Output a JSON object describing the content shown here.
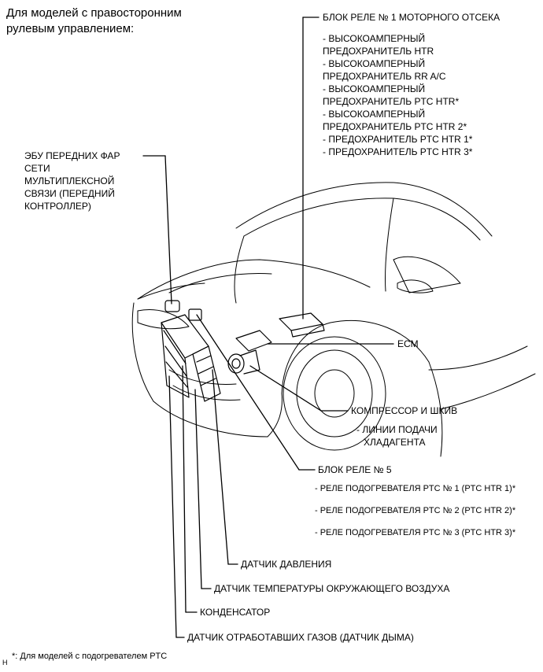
{
  "header": {
    "line1": "Для моделей с правосторонним",
    "line2": "рулевым управлением:"
  },
  "relay_block_1": {
    "title": "БЛОК РЕЛЕ № 1 МОТОРНОГО ОТСЕКА",
    "items": [
      "- ВЫСОКОАМПЕРНЫЙ",
      "ПРЕДОХРАНИТЕЛЬ HTR",
      "- ВЫСОКОАМПЕРНЫЙ",
      "ПРЕДОХРАНИТЕЛЬ RR A/C",
      "- ВЫСОКОАМПЕРНЫЙ",
      "ПРЕДОХРАНИТЕЛЬ PTC HTR*",
      "- ВЫСОКОАМПЕРНЫЙ",
      "ПРЕДОХРАНИТЕЛЬ PTC HTR 2*",
      "- ПРЕДОХРАНИТЕЛЬ PTC HTR 1*",
      "- ПРЕДОХРАНИТЕЛЬ PTC HTR 3*"
    ]
  },
  "headlamp_ecu": {
    "lines": [
      "ЭБУ ПЕРЕДНИХ ФАР",
      "СЕТИ",
      "МУЛЬТИПЛЕКСНОЙ",
      "СВЯЗИ (ПЕРЕДНИЙ",
      "КОНТРОЛЛЕР)"
    ]
  },
  "ecm_label": "ECM",
  "compressor": {
    "title": "КОМПРЕССОР И ШКИВ",
    "sub1": "- ЛИНИИ ПОДАЧИ",
    "sub2": "ХЛАДАГЕНТА"
  },
  "relay_block_5": {
    "title": "БЛОК РЕЛЕ № 5",
    "items": [
      "- РЕЛЕ ПОДОГРЕВАТЕЛЯ PTC № 1 (PTC HTR 1)*",
      "- РЕЛЕ ПОДОГРЕВАТЕЛЯ PTC № 2 (PTC HTR 2)*",
      "- РЕЛЕ ПОДОГРЕВАТЕЛЯ PTC № 3 (PTC HTR 3)*"
    ]
  },
  "pressure_sensor": "ДАТЧИК ДАВЛЕНИЯ",
  "ambient_sensor": "ДАТЧИК ТЕМПЕРАТУРЫ ОКРУЖАЮЩЕГО ВОЗДУХА",
  "condenser": "КОНДЕНСАТОР",
  "exhaust_sensor": "ДАТЧИК ОТРАБОТАВШИХ ГАЗОВ (ДАТЧИК ДЫМА)",
  "footnote": "*: Для моделей с подогревателем PTC",
  "corner_mark": "H"
}
